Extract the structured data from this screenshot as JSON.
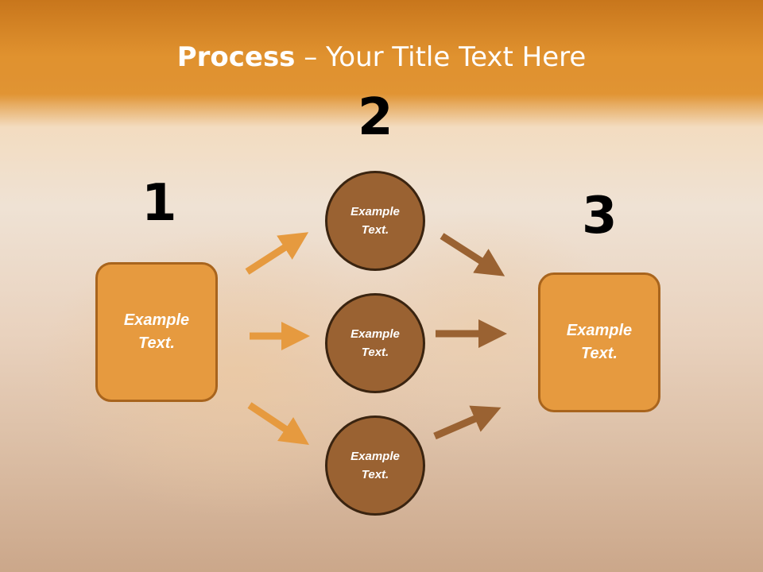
{
  "title": {
    "bold": "Process",
    "rest": " – Your Title Text Here"
  },
  "steps": {
    "one": "1",
    "two": "2",
    "three": "3"
  },
  "left_box": {
    "label": "Example Text."
  },
  "right_box": {
    "label": "Example Text."
  },
  "circles": [
    {
      "label": "Example Text."
    },
    {
      "label": "Example Text."
    },
    {
      "label": "Example Text."
    }
  ],
  "colors": {
    "orange": "#e69a3f",
    "brown": "#9a6232",
    "arrow_orange": "#e69a3f",
    "arrow_brown": "#9a6232"
  }
}
